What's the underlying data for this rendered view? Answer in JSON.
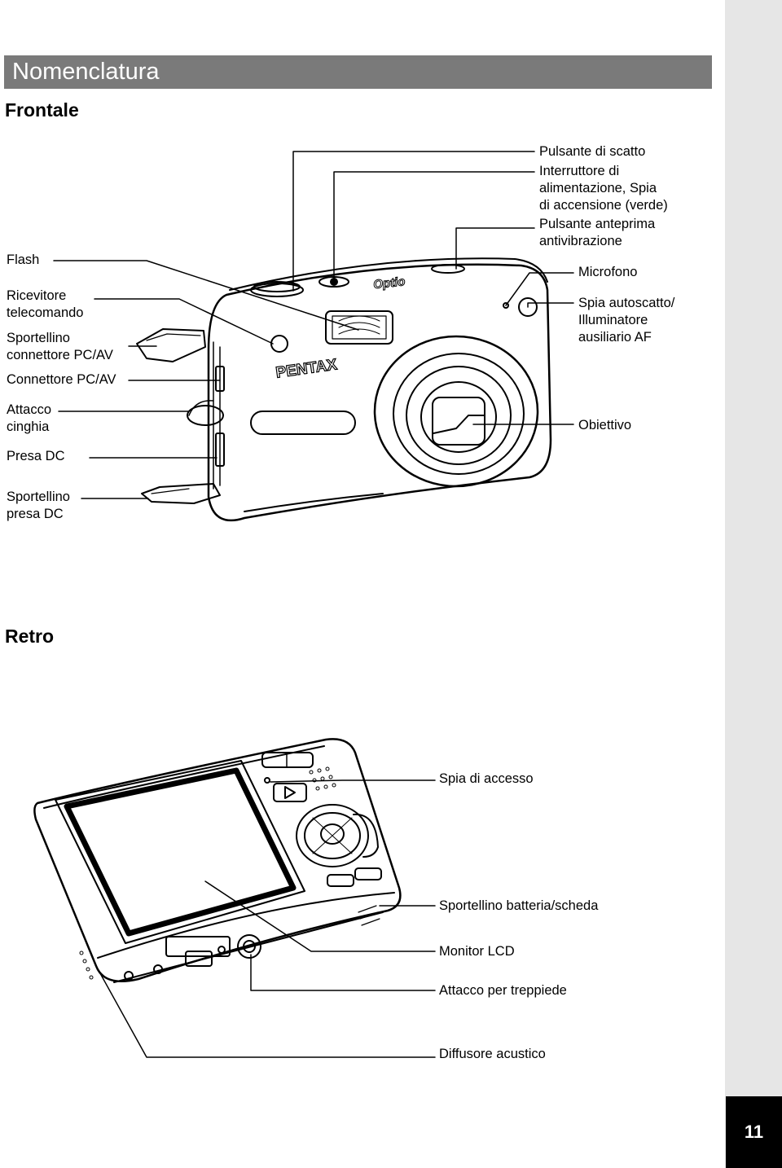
{
  "header": {
    "title": "Nomenclatura"
  },
  "sections": {
    "front": {
      "heading": "Frontale"
    },
    "back": {
      "heading": "Retro"
    }
  },
  "front_labels": {
    "shutter_button": "Pulsante di scatto",
    "power_switch": "Interruttore di\nalimentazione, Spia\ndi accensione (verde)",
    "preview_button": "Pulsante anteprima\nantivibrazione",
    "microphone": "Microfono",
    "self_timer_lamp": "Spia autoscatto/\nIlluminatore\nausiliario AF",
    "lens": "Obiettivo",
    "flash": "Flash",
    "remote_receiver": "Ricevitore\ntelecomando",
    "pcav_cover": "Sportellino\nconnettore PC/AV",
    "pcav_connector": "Connettore PC/AV",
    "strap_lug": "Attacco\ncinghia",
    "dc_input": "Presa DC",
    "dc_cover": "Sportellino\npresa DC"
  },
  "back_labels": {
    "access_lamp": "Spia di accesso",
    "battery_cover": "Sportellino batteria/scheda",
    "lcd_monitor": "Monitor LCD",
    "tripod_socket": "Attacco per treppiede",
    "speaker": "Diffusore acustico"
  },
  "camera_text": {
    "brand_logo": "PENTAX",
    "model_logo": "Optio"
  },
  "footer": {
    "page_number": "11"
  }
}
